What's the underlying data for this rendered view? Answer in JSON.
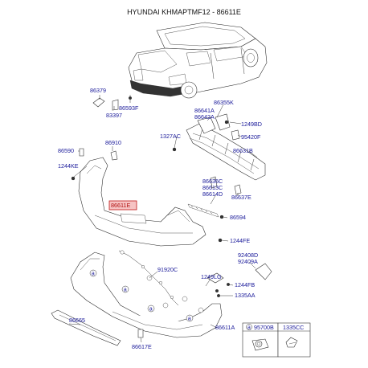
{
  "title": "HYUNDAI KHMAPTMF12 - 86611E",
  "callouts": {
    "p86379": "86379",
    "p86593f": "86593F",
    "p83397": "83397",
    "p86355k": "86355K",
    "p86641a": "86641A",
    "p86642a": "86642A",
    "p1249bd": "1249BD",
    "p95420f": "95420F",
    "p1327ac": "1327AC",
    "p86590": "86590",
    "p86910": "86910",
    "p86631b": "86631B",
    "p1244ke": "1244KE",
    "p86636c": "86636C",
    "p86613c": "86613C",
    "p86614d": "86614D",
    "p86637e": "86637E",
    "p86611e": "86611E",
    "p86594": "86594",
    "p1244fe": "1244FE",
    "p92408d": "92408D",
    "p92409a": "92409A",
    "p91920c": "91920C",
    "p1249lg": "1249LG",
    "p1244fb": "1244FB",
    "p1335aa": "1335AA",
    "p86665": "86665",
    "p86611a": "86611A",
    "p86617e": "86617E"
  },
  "legend_table": {
    "ref_a": "a",
    "col1": "95700B",
    "col2": "1335CC"
  },
  "ref_marker": "a",
  "colors": {
    "label": "#1a1a9a",
    "highlight_fill": "#f6c3c3",
    "highlight_border": "#c01818"
  }
}
